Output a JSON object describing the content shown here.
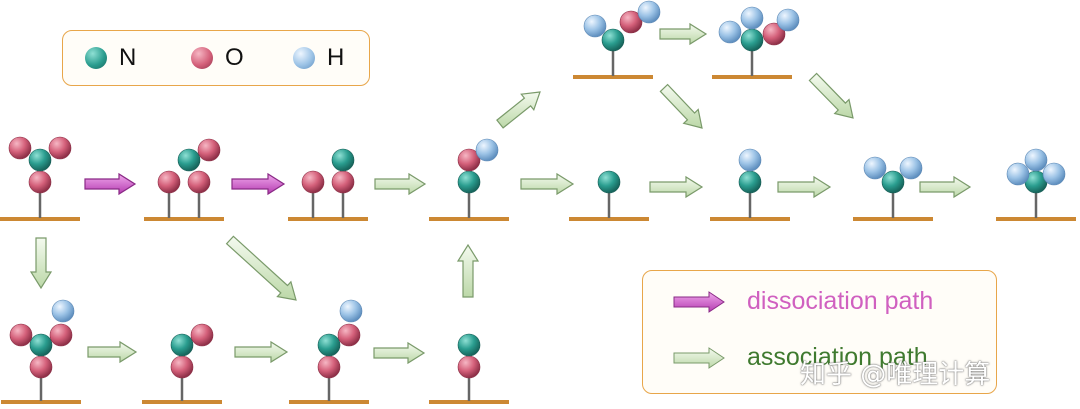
{
  "legend_atoms": [
    {
      "element": "N",
      "color": "#2a9d8f"
    },
    {
      "element": "O",
      "color": "#d4607a"
    },
    {
      "element": "H",
      "color": "#9cc3e6"
    }
  ],
  "legend_paths": [
    {
      "label": "dissociation path",
      "arrow_color": "#d060c0",
      "text_color": "#d060c0"
    },
    {
      "label": "association path",
      "arrow_color": "#c8e0b8",
      "text_color": "#3f7a2f"
    }
  ],
  "watermark": "知乎 @唯理计算",
  "colors": {
    "surface": "#cc8833",
    "stick": "#666666",
    "arrow_border": "#7a9a6a"
  },
  "intermediates": [
    {
      "id": "int-1",
      "atoms": [
        "O",
        "N",
        "O",
        "O"
      ]
    },
    {
      "id": "int-2",
      "atoms": [
        "O",
        "O",
        "N",
        "O"
      ]
    },
    {
      "id": "int-3",
      "atoms": [
        "O",
        "O",
        "N"
      ]
    },
    {
      "id": "int-4",
      "atoms": [
        "N",
        "O",
        "H"
      ]
    },
    {
      "id": "int-5",
      "atoms": [
        "N"
      ]
    },
    {
      "id": "int-6",
      "atoms": [
        "N",
        "H"
      ]
    },
    {
      "id": "int-7",
      "atoms": [
        "N",
        "H",
        "H"
      ]
    },
    {
      "id": "int-8",
      "atoms": [
        "N",
        "H",
        "H",
        "H"
      ]
    },
    {
      "id": "int-9",
      "atoms": [
        "N",
        "H",
        "O",
        "H"
      ]
    },
    {
      "id": "int-10",
      "atoms": [
        "N",
        "H",
        "H",
        "O",
        "H"
      ]
    },
    {
      "id": "int-11",
      "atoms": [
        "O",
        "N",
        "O",
        "O",
        "H"
      ]
    },
    {
      "id": "int-12",
      "atoms": [
        "O",
        "N",
        "O"
      ]
    },
    {
      "id": "int-13",
      "atoms": [
        "O",
        "N",
        "O",
        "H"
      ]
    },
    {
      "id": "int-14",
      "atoms": [
        "O",
        "N"
      ]
    }
  ],
  "pathways": [
    {
      "from": "int-1",
      "to": "int-2",
      "type": "dissociation"
    },
    {
      "from": "int-2",
      "to": "int-3",
      "type": "dissociation"
    },
    {
      "from": "int-3",
      "to": "int-4",
      "type": "association"
    },
    {
      "from": "int-4",
      "to": "int-5",
      "type": "association"
    },
    {
      "from": "int-5",
      "to": "int-6",
      "type": "association"
    },
    {
      "from": "int-6",
      "to": "int-7",
      "type": "association"
    },
    {
      "from": "int-7",
      "to": "int-8",
      "type": "association"
    },
    {
      "from": "int-4",
      "to": "int-9",
      "type": "association"
    },
    {
      "from": "int-9",
      "to": "int-10",
      "type": "association"
    },
    {
      "from": "int-9",
      "to": "int-6",
      "type": "association"
    },
    {
      "from": "int-10",
      "to": "int-7",
      "type": "association"
    },
    {
      "from": "int-1",
      "to": "int-11",
      "type": "association"
    },
    {
      "from": "int-11",
      "to": "int-12",
      "type": "association"
    },
    {
      "from": "int-12",
      "to": "int-13",
      "type": "association"
    },
    {
      "from": "int-13",
      "to": "int-14",
      "type": "association"
    },
    {
      "from": "int-14",
      "to": "int-4",
      "type": "association"
    },
    {
      "from": "int-2",
      "to": "int-13",
      "type": "association"
    }
  ]
}
